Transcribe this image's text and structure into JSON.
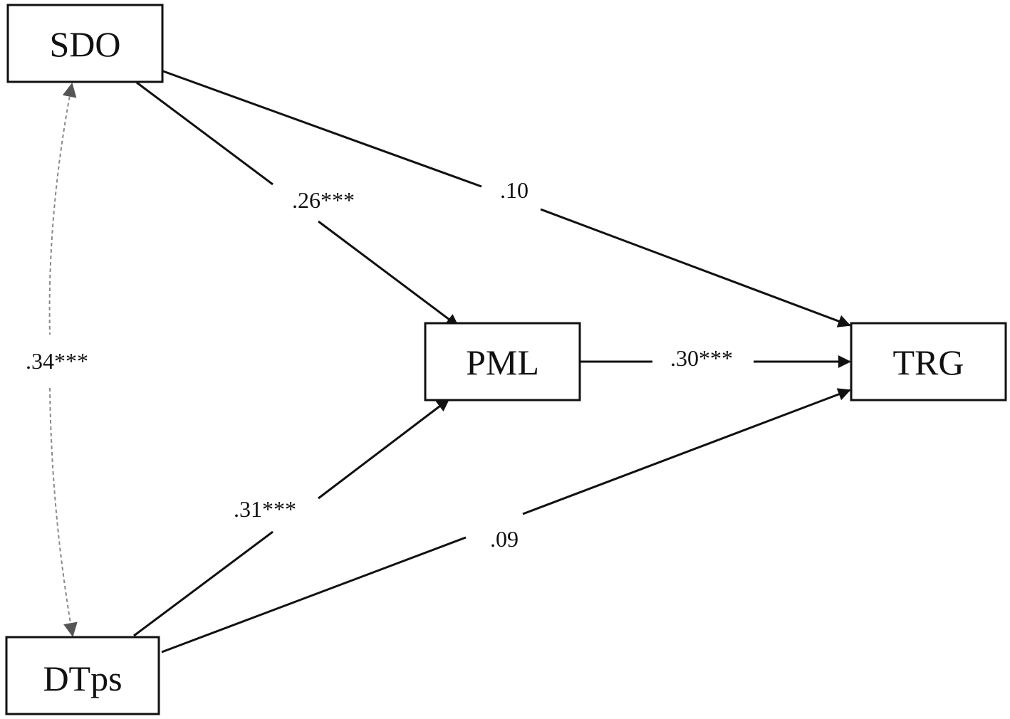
{
  "nodes": {
    "sdo": "SDO",
    "pml": "PML",
    "trg": "TRG",
    "dtps": "DTps"
  },
  "paths": {
    "sdo_pml": ".26***",
    "sdo_trg": ".10",
    "pml_trg": ".30***",
    "dtps_pml": ".31***",
    "dtps_trg": ".09",
    "sdo_dtps_covariance": ".34***"
  }
}
